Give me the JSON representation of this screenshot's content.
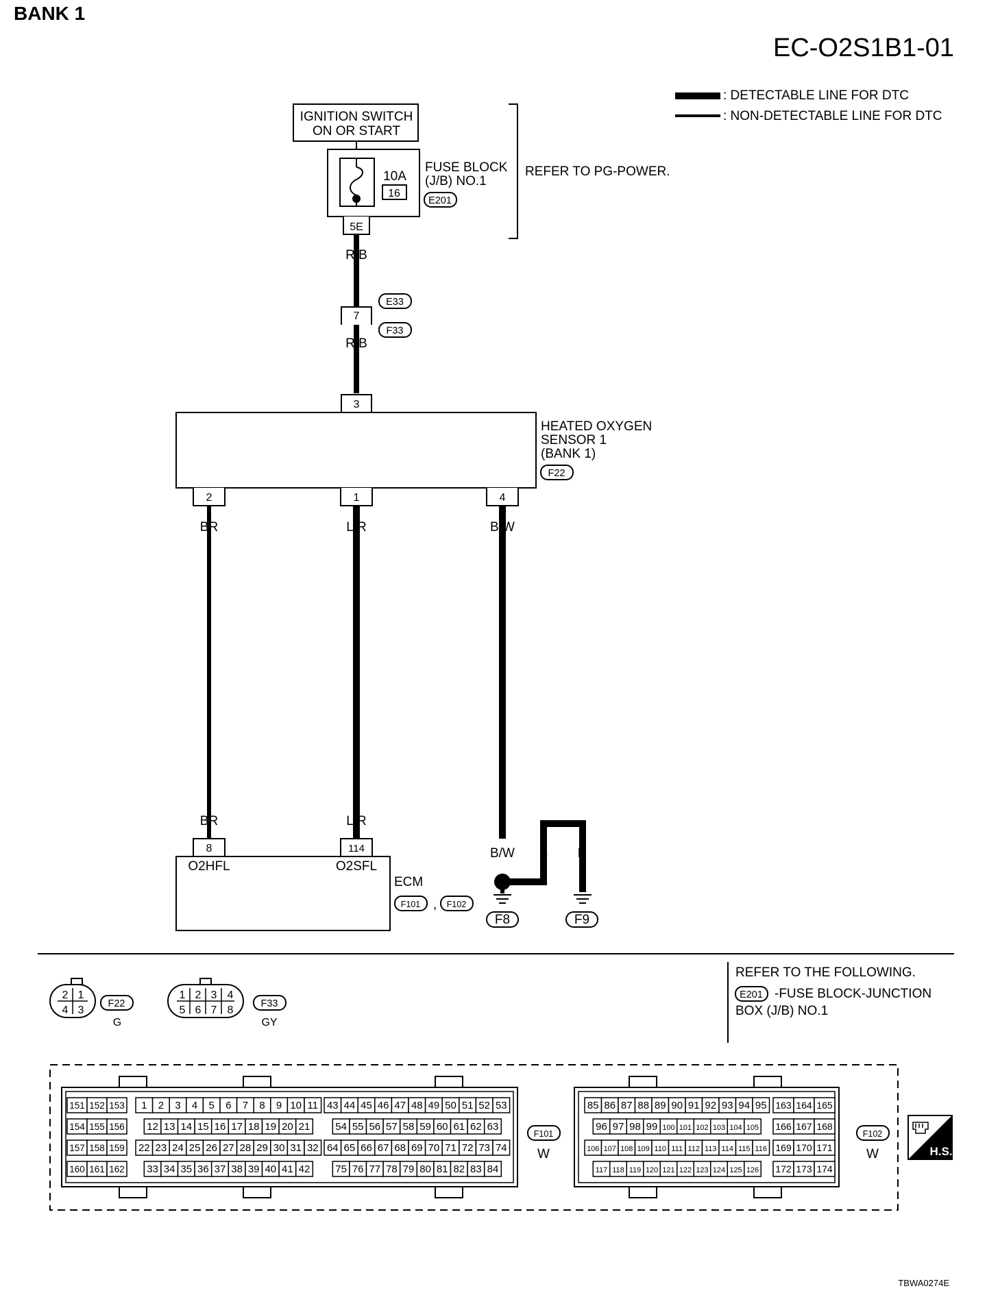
{
  "header": {
    "bank": "BANK 1",
    "code": "EC-O2S1B1-01"
  },
  "legend": {
    "detectable": ": DETECTABLE LINE FOR DTC",
    "non_detectable": ": NON-DETECTABLE LINE FOR DTC"
  },
  "ignition": {
    "line1": "IGNITION SWITCH",
    "line2": "ON OR START"
  },
  "fuse": {
    "rating": "10A",
    "number": "16",
    "label1": "FUSE BLOCK",
    "label2": "(J/B) NO.1",
    "connector": "E201",
    "terminal": "5E"
  },
  "refer_pg": "REFER TO PG-POWER.",
  "wires": {
    "rb": "R/B",
    "br": "BR",
    "lr": "L/R",
    "bw": "B/W",
    "b": "B"
  },
  "joint": {
    "pin": "7",
    "top": "E33",
    "bottom": "F33"
  },
  "sensor": {
    "line1": "HEATED OXYGEN",
    "line2": "SENSOR 1",
    "line3": "(BANK 1)",
    "connector": "F22",
    "pin_top": "3",
    "pin_a": "2",
    "pin_b": "1",
    "pin_c": "4"
  },
  "ecm": {
    "label": "ECM",
    "pin_a": "8",
    "pin_b": "114",
    "sig_a": "O2HFL",
    "sig_b": "O2SFL",
    "conn_a": "F101",
    "conn_b": "F102",
    "sep": ","
  },
  "grounds": {
    "g1": "F8",
    "g2": "F9"
  },
  "refer_following": {
    "line1": "REFER TO THE FOLLOWING.",
    "connector": "E201",
    "line2": "-FUSE BLOCK-JUNCTION",
    "line3": "BOX (J/B) NO.1"
  },
  "connectors": {
    "f22": {
      "id": "F22",
      "color": "G",
      "pins": [
        "2",
        "1",
        "4",
        "3"
      ]
    },
    "f33": {
      "id": "F33",
      "color": "GY",
      "pins": [
        "1",
        "2",
        "3",
        "4",
        "5",
        "6",
        "7",
        "8"
      ]
    },
    "f101": {
      "id": "F101",
      "color": "W",
      "left_rows": [
        [
          "151",
          "152",
          "153"
        ],
        [
          "154",
          "155",
          "156"
        ],
        [
          "157",
          "158",
          "159"
        ],
        [
          "160",
          "161",
          "162"
        ]
      ],
      "mid_rows": [
        [
          "1",
          "2",
          "3",
          "4",
          "5",
          "6",
          "7",
          "8",
          "9",
          "10",
          "11"
        ],
        [
          "12",
          "13",
          "14",
          "15",
          "16",
          "17",
          "18",
          "19",
          "20",
          "21"
        ],
        [
          "22",
          "23",
          "24",
          "25",
          "26",
          "27",
          "28",
          "29",
          "30",
          "31",
          "32"
        ],
        [
          "33",
          "34",
          "35",
          "36",
          "37",
          "38",
          "39",
          "40",
          "41",
          "42"
        ]
      ],
      "right_rows": [
        [
          "43",
          "44",
          "45",
          "46",
          "47",
          "48",
          "49",
          "50",
          "51",
          "52",
          "53"
        ],
        [
          "54",
          "55",
          "56",
          "57",
          "58",
          "59",
          "60",
          "61",
          "62",
          "63"
        ],
        [
          "64",
          "65",
          "66",
          "67",
          "68",
          "69",
          "70",
          "71",
          "72",
          "73",
          "74"
        ],
        [
          "75",
          "76",
          "77",
          "78",
          "79",
          "80",
          "81",
          "82",
          "83",
          "84"
        ]
      ]
    },
    "f102": {
      "id": "F102",
      "color": "W",
      "main_rows": [
        [
          "85",
          "86",
          "87",
          "88",
          "89",
          "90",
          "91",
          "92",
          "93",
          "94",
          "95"
        ],
        [
          "96",
          "97",
          "98",
          "99",
          "100",
          "101",
          "102",
          "103",
          "104",
          "105"
        ],
        [
          "106",
          "107",
          "108",
          "109",
          "110",
          "111",
          "112",
          "113",
          "114",
          "115",
          "116"
        ],
        [
          "117",
          "118",
          "119",
          "120",
          "121",
          "122",
          "123",
          "124",
          "125",
          "126"
        ]
      ],
      "side_rows": [
        [
          "163",
          "164",
          "165"
        ],
        [
          "166",
          "167",
          "168"
        ],
        [
          "169",
          "170",
          "171"
        ],
        [
          "172",
          "173",
          "174"
        ]
      ]
    }
  },
  "hs_badge": "H.S.",
  "footer_code": "TBWA0274E"
}
